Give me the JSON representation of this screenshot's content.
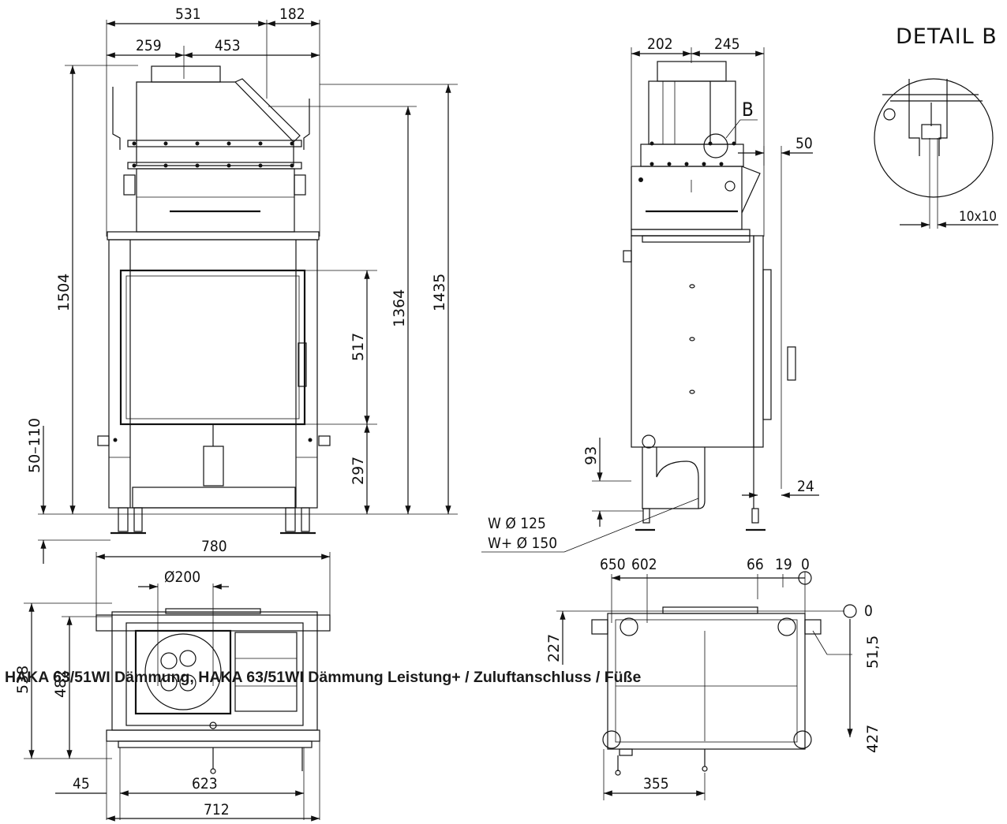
{
  "caption": "HAKA 63/51WI Dämmung, HAKA 63/51WI Dämmung Leistung+ / Zuluftanschluss / Füße",
  "detail": {
    "title": "DETAIL B",
    "marker": "B",
    "size": "10x10"
  },
  "front_view": {
    "dims": {
      "width_total": "531",
      "offset_right": "182",
      "left_part": "259",
      "right_part": "453",
      "height_total": "1504",
      "height_1364": "1364",
      "height_1435": "1435",
      "door_height": "517",
      "bottom_height": "297",
      "feet_range": "50–110"
    }
  },
  "side_view": {
    "dims": {
      "left": "202",
      "right": "245",
      "offset": "50",
      "height_93": "93",
      "offset_24": "24"
    },
    "notes": {
      "w": "W  Ø 125",
      "w_plus": "W+ Ø 150"
    }
  },
  "top_view": {
    "dims": {
      "width_780": "780",
      "flue_dia": "Ø200",
      "depth_538": "538",
      "depth_482": "482",
      "offset_45": "45",
      "width_623": "623",
      "width_712": "712"
    }
  },
  "foot_plan": {
    "dims": {
      "d650": "650",
      "d602": "602",
      "d66": "66",
      "d19": "19",
      "d0x": "0",
      "d0y": "0",
      "d227": "227",
      "d515": "51,5",
      "d427": "427",
      "d355": "355"
    }
  }
}
